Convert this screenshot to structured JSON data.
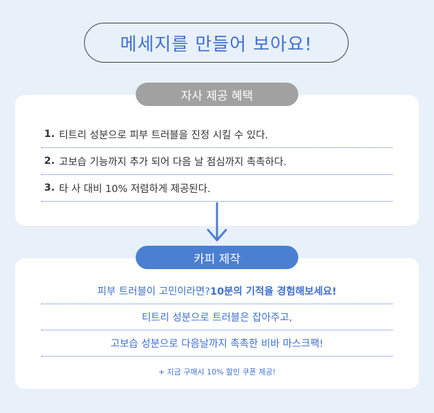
{
  "title": "메세지를 만들어 보아요!",
  "section1": {
    "badge": "자사 제공 혜택",
    "items": [
      {
        "num": "1.",
        "text": "티트리 성분으로 피부 트러블을 진정 시킬 수 있다."
      },
      {
        "num": "2.",
        "text": "고보습 기능까지 추가 되어 다음 날 점심까지 촉촉하다."
      },
      {
        "num": "3.",
        "text": "타 사 대비 10% 저렴하게 제공된다."
      }
    ]
  },
  "section2": {
    "badge": "카피 제작",
    "line1_plain": "피부 트러블이 고민이라면? ",
    "line1_bold": "10분의 기적을 경험해보세요!",
    "line2": "티트리 성분으로 트러블은 잡아주고,",
    "line3": "고보습 성분으로 다음날까지 촉촉한 비바 마스크팩!",
    "note": "+ 지금 구매시 10% 할인 쿠폰 제공!"
  },
  "colors": {
    "background": "#e8f0fa",
    "accent_blue": "#4b7fd2",
    "badge_gray": "#a1a1a1",
    "card": "#ffffff"
  },
  "icons": {
    "arrow": "arrow-down-icon"
  }
}
